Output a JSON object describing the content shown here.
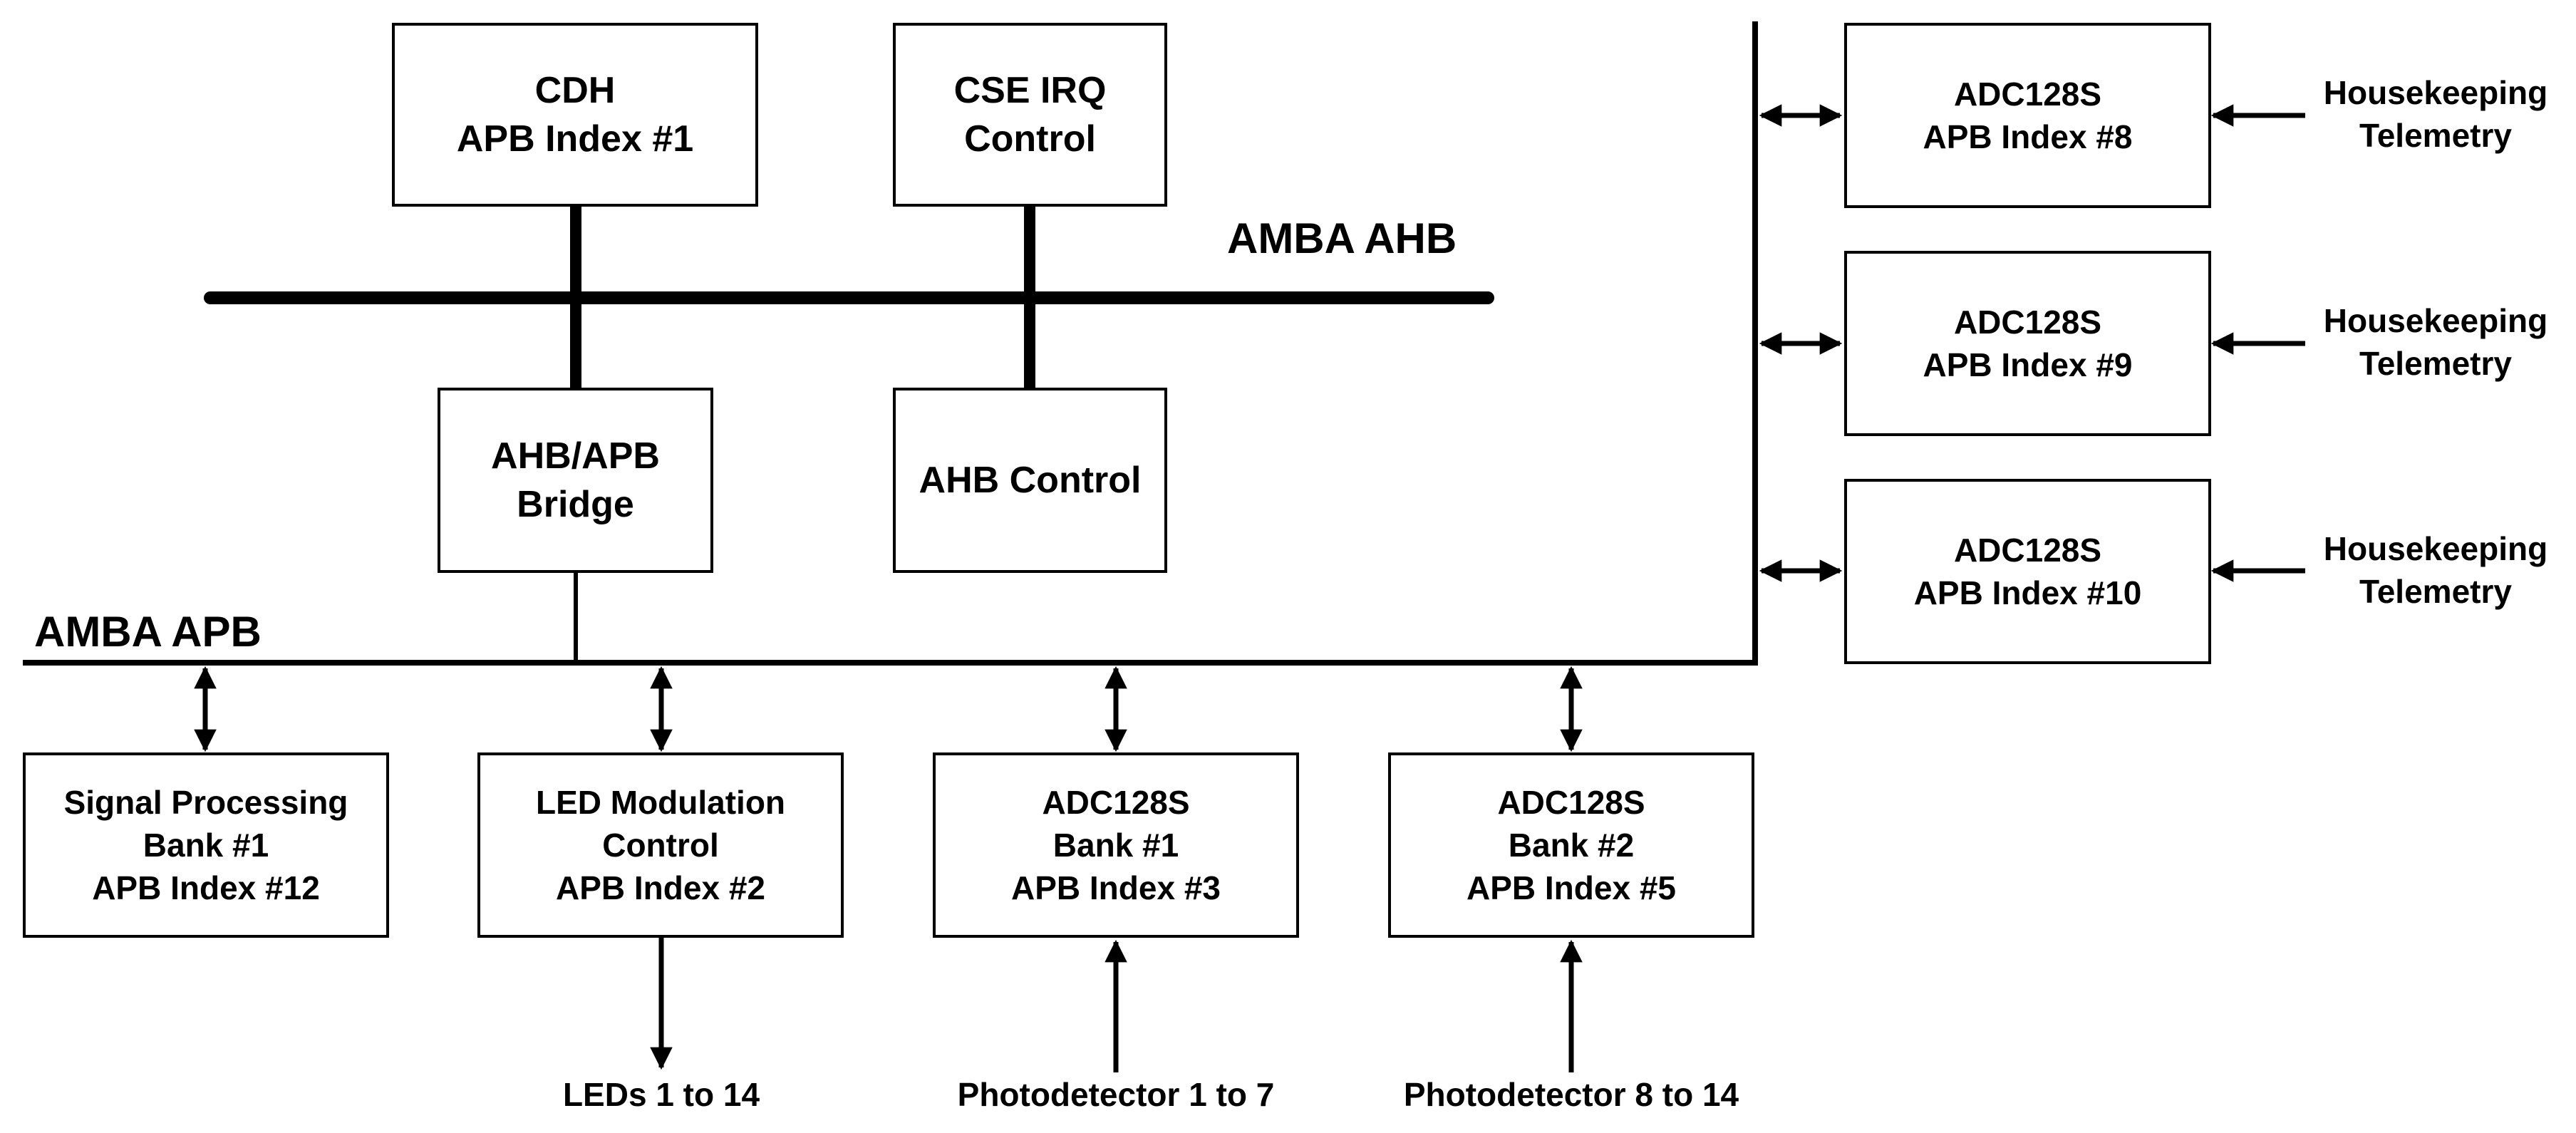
{
  "diagram": {
    "buses": {
      "ahb": "AMBA AHB",
      "apb": "AMBA APB"
    },
    "blocks": {
      "cdh": [
        "CDH",
        "APB Index #1"
      ],
      "cse_irq": [
        "CSE IRQ",
        "Control"
      ],
      "bridge": [
        "AHB/APB",
        "Bridge"
      ],
      "ahb_control": [
        "AHB Control"
      ],
      "adc8": [
        "ADC128S",
        "APB Index #8"
      ],
      "adc9": [
        "ADC128S",
        "APB Index #9"
      ],
      "adc10": [
        "ADC128S",
        "APB Index #10"
      ],
      "signal_processing": [
        "Signal Processing",
        "Bank #1",
        "APB Index #12"
      ],
      "led_modulation": [
        "LED Modulation",
        "Control",
        "APB Index #2"
      ],
      "adc_bank1": [
        "ADC128S",
        "Bank #1",
        "APB Index #3"
      ],
      "adc_bank2": [
        "ADC128S",
        "Bank #2",
        "APB Index #5"
      ]
    },
    "io": {
      "hk1": [
        "Housekeeping",
        "Telemetry"
      ],
      "hk2": [
        "Housekeeping",
        "Telemetry"
      ],
      "hk3": [
        "Housekeeping",
        "Telemetry"
      ],
      "leds": "LEDs 1 to 14",
      "pd1": "Photodetector 1 to 7",
      "pd2": "Photodetector 8 to 14"
    }
  }
}
